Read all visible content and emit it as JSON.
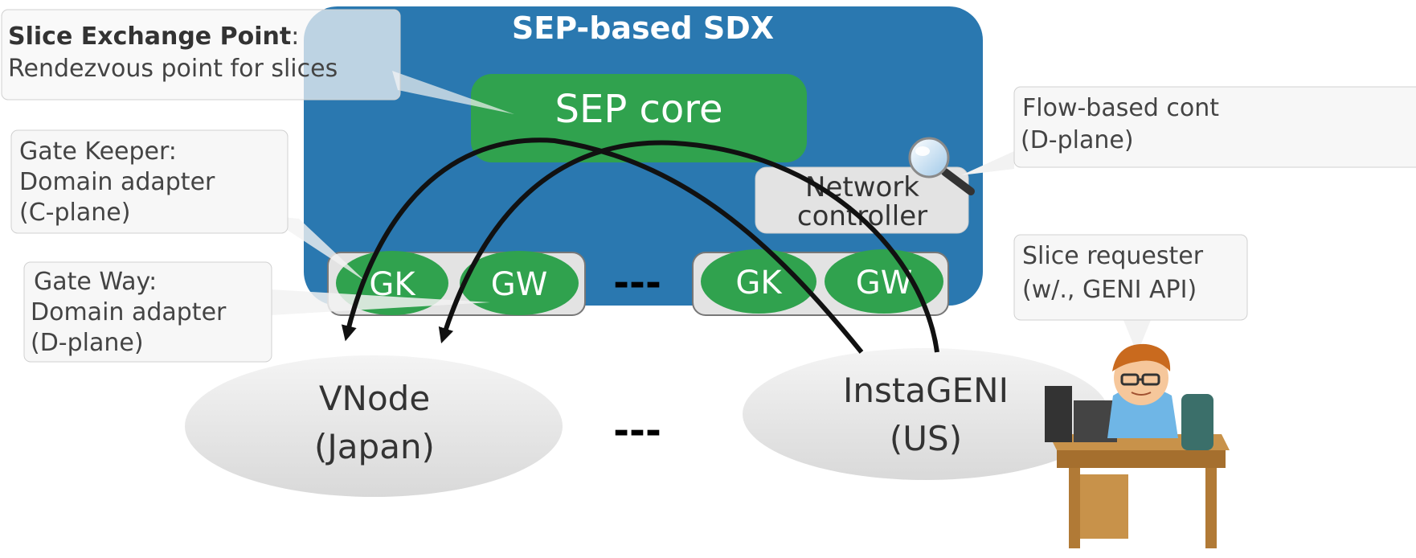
{
  "sdx": {
    "title": "SEP-based SDX",
    "core_label": "SEP core",
    "network_controller_lines": [
      "Network",
      "controller"
    ],
    "left_pair": {
      "gk": "GK",
      "gw": "GW"
    },
    "right_pair": {
      "gk": "GK",
      "gw": "GW"
    },
    "pair_separator": "---"
  },
  "callouts": {
    "sep": {
      "title": "Slice Exchange Point",
      "title_suffix": ":",
      "line2": "Rendezvous point for slices"
    },
    "gatekeeper": {
      "lines": [
        "Gate Keeper:",
        "Domain adapter",
        "(C-plane)"
      ]
    },
    "gateway": {
      "lines": [
        "Gate Way:",
        "Domain adapter",
        "(D-plane)"
      ]
    },
    "flow": {
      "lines": [
        "Flow-based cont",
        "(D-plane)"
      ]
    },
    "requester": {
      "lines": [
        "Slice requester",
        "(w/., GENI API)"
      ]
    }
  },
  "domains": {
    "vnode": {
      "lines": [
        "VNode",
        "(Japan)"
      ]
    },
    "instageni": {
      "lines": [
        "InstaGENI",
        "(US)"
      ]
    },
    "separator": "---"
  },
  "colors": {
    "sdx_blue": "#2a78b0",
    "green": "#30a24e",
    "gray_fill": "#e3e3e3",
    "callout_border": "#c8c8c8",
    "arrow": "#111111"
  },
  "icons": [
    "magnifier-icon",
    "slice-requester-person-icon"
  ]
}
